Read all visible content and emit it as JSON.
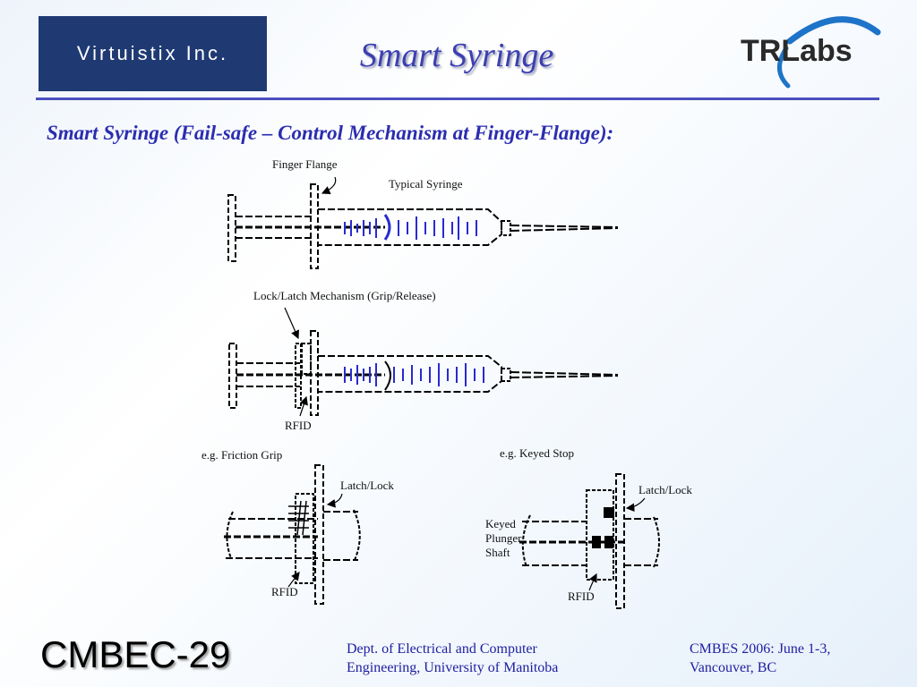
{
  "header": {
    "company_logo": "Virtuistix Inc.",
    "title": "Smart Syringe",
    "partner_logo": "TRLabs"
  },
  "subtitle": "Smart Syringe (Fail-safe – Control Mechanism at Finger-Flange):",
  "diagram_labels": {
    "finger_flange": "Finger Flange",
    "typical_syringe": "Typical Syringe",
    "lock_latch": "Lock/Latch Mechanism (Grip/Release)",
    "rfid_middle": "RFID",
    "friction_grip": "e.g. Friction Grip",
    "keyed_stop": "e.g. Keyed Stop",
    "latch_lock_left": "Latch/Lock",
    "latch_lock_right": "Latch/Lock",
    "rfid_left": "RFID",
    "rfid_right": "RFID",
    "keyed_line1": "Keyed",
    "keyed_line2": "Plunger",
    "keyed_line3": "Shaft"
  },
  "footer": {
    "code": "CMBEC-29",
    "dept_line1": "Dept. of Electrical and Computer",
    "dept_line2": "Engineering, University of Manitoba",
    "conf_line1": "CMBES 2006: June 1-3,",
    "conf_line2": "Vancouver, BC"
  },
  "colors": {
    "title": "#3d3fb0",
    "rule": "#4a4fbf",
    "logo_bg": "#1f3a73",
    "scale_marks": "#2a2ad0"
  }
}
